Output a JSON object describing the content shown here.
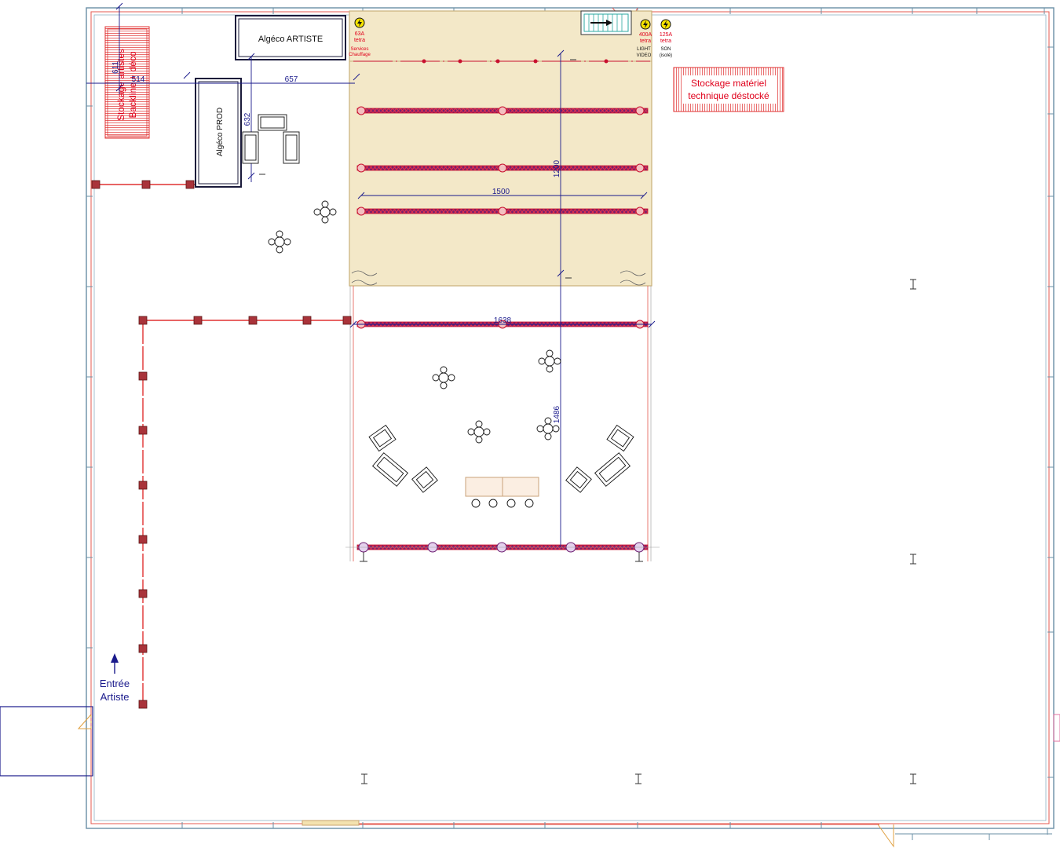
{
  "containers": {
    "artiste": "Algéco ARTISTE",
    "prod": "Algéco PROD"
  },
  "storage": {
    "left_line1": "Stockage artistes",
    "left_line2": "Backline + déco",
    "right_line1": "Stockage matériel",
    "right_line2": "technique déstocké"
  },
  "power": {
    "p63_amp": "63A",
    "p63_type": "tetra",
    "p63_use1": "Services",
    "p63_use2": "Chauffage",
    "p400_amp": "400A",
    "p400_type": "tetra",
    "p400_use1": "LIGHT",
    "p400_use2": "VIDEO",
    "p125_amp": "125A",
    "p125_type": "tetra",
    "p125_use1": "SON",
    "p125_use2": "(isolé)"
  },
  "dimensions": {
    "d611": "611",
    "d514": "514",
    "d657": "657",
    "d632": "632",
    "d1200": "1200",
    "d1500": "1500",
    "d1638": "1638",
    "d1486": "1486"
  },
  "entrance": {
    "line1": "Entrée",
    "line2": "Artiste"
  },
  "colors": {
    "wall": "#6a8fa6",
    "wall_red": "#e5594f",
    "stage": "#f3e8c8",
    "stage_edge": "#c9b07a",
    "truss": "#c8102e",
    "truss_fill": "#6b1a6e",
    "dim": "#1a1a8c",
    "red_text": "#e0001b",
    "power_yellow": "#f7e400"
  }
}
